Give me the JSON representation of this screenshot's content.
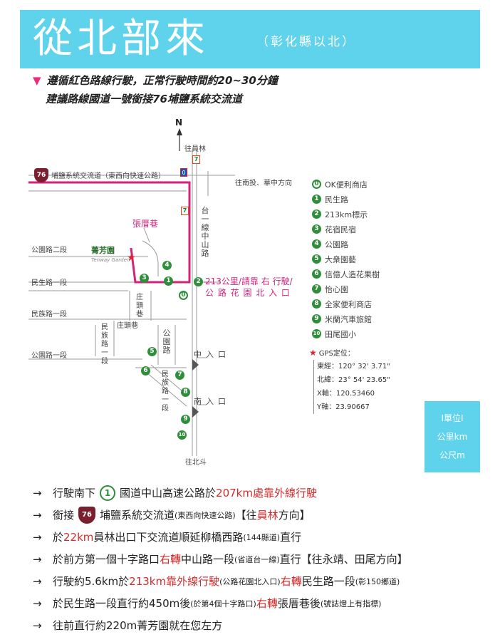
{
  "header": {
    "title": "從北部來",
    "subtitle": "（彰化縣以北）",
    "intro_line1": "遵循紅色路線行駛，正常行駛時間約20~30分鐘",
    "intro_line2": "建議路線國道一號銜接76埔鹽系統交流道",
    "bg_color": "#5fd3ec"
  },
  "map": {
    "north": "N",
    "labels": {
      "to_yuanlin_top": "往員林",
      "highway76_name": "埔鹽系統交流道（東西向快速公路）",
      "highway76_badge": "76",
      "to_nantou": "往南投、華中方向",
      "zhangmei_lane": "張厝巷",
      "prov1_road": "台一線中山路",
      "park_road_2": "公園路二段",
      "minsheng_road_1": "民生路一段",
      "minzu_road_1": "民族路一段",
      "park_road_1": "公園路一段",
      "zhuangtou_lane_v": "庄頭巷",
      "zhuangtou_lane_h": "庄頭巷",
      "minzu_road_v": "民族路一段",
      "park_road_v": "公園路",
      "exit_middle": "中入口",
      "exit_south": "南入口",
      "to_beidou": "往北斗",
      "logo_name": "菁芳園",
      "logo_sub": "Tenway Garden",
      "pink_note_1": "213公里/請靠 右 行駛/",
      "pink_note_2": "公 路 花 園 北 入 口"
    },
    "legend": [
      {
        "num": "0",
        "label": "OK便利商店"
      },
      {
        "num": "1",
        "label": "民生路"
      },
      {
        "num": "2",
        "label": "213km標示"
      },
      {
        "num": "3",
        "label": "花宿民宿"
      },
      {
        "num": "4",
        "label": "公園路"
      },
      {
        "num": "5",
        "label": "大衆園藝"
      },
      {
        "num": "6",
        "label": "信億人造花果樹"
      },
      {
        "num": "7",
        "label": "怡心園"
      },
      {
        "num": "8",
        "label": "全家便利商店"
      },
      {
        "num": "9",
        "label": "米蘭汽車旅館"
      },
      {
        "num": "10",
        "label": "田尾國小"
      }
    ],
    "gps": {
      "title": "GPS定位：",
      "east": "東經：120° 32' 3.71\"",
      "north": "北緯：23° 54' 23.65\"",
      "x": "X軸：120.53460",
      "y": "Y軸：23.90667"
    },
    "unit_box": [
      "I單位I",
      "公里km",
      "公尺m"
    ],
    "colors": {
      "route": "#d2237a",
      "road": "#9a9a9a",
      "marker": "#2f8e3a",
      "gps_star": "#e0202a"
    }
  },
  "directions": {
    "arrow": "→",
    "d1": {
      "a": "行駛南下",
      "badge": "1",
      "b": "國道中山高速公路於",
      "red": "207km處靠外線行駛"
    },
    "d2": {
      "a": "銜接",
      "badge": "76",
      "b": "埔鹽系統交流道",
      "small": "(東西向快速公路)",
      "c": "【往",
      "red": "員林",
      "d": "方向】"
    },
    "d3": {
      "a": "於",
      "red": "22km",
      "b": "員林出口下交流道順延柳橋西路",
      "small": "(144縣道)",
      "c": "直行"
    },
    "d4": {
      "a": "於前方第一個十字路口",
      "red": "右轉",
      "b": "中山路一段",
      "small": "(省道台一線)",
      "c": "直行【往永靖、田尾方向】"
    },
    "d5": {
      "a": "行駛約5.6km於",
      "red": "213km靠外線行駛",
      "small": "(公路花園北入口)",
      "red2": "右轉",
      "b": "民生路一段",
      "small2": "(彰150鄉道)"
    },
    "d6": {
      "a": "於民生路一段直行約450m後",
      "small": "(於第4個十字路口)",
      "red": "右轉",
      "b": "張厝巷後",
      "small2": "(號誌燈上有指標)"
    },
    "d7": {
      "a": "往前直行約220m菁芳園就在您左方"
    }
  }
}
